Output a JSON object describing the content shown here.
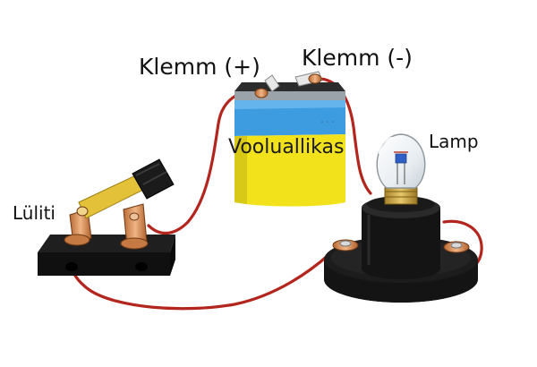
{
  "labels": {
    "terminal_plus": "Klemm (+)",
    "terminal_minus": "Klemm (-)",
    "power_source": "Vooluallikas",
    "lamp": "Lamp",
    "switch": "Lüliti"
  },
  "colors": {
    "wire": "#b3261e",
    "battery_blue": "#3d9be0",
    "battery_yellow": "#f2e21c",
    "copper": "#d38a4e",
    "switch_handle": "#e3c23a",
    "bakelite": "#161616"
  }
}
